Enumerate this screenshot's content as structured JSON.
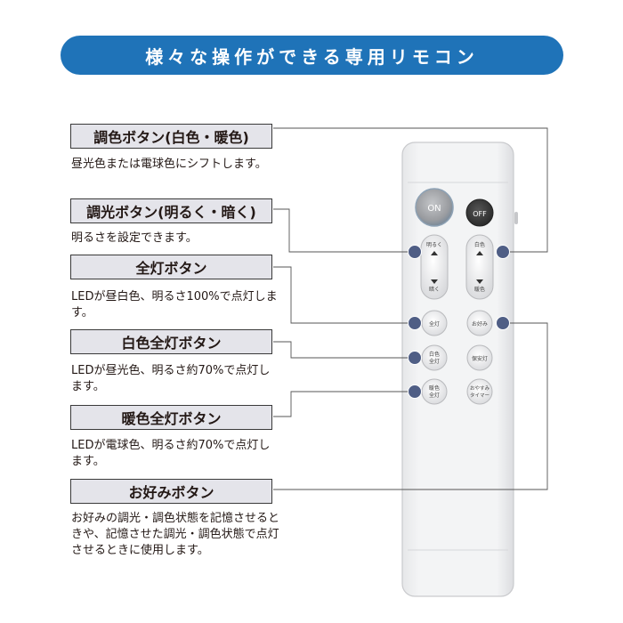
{
  "banner": {
    "title": "様々な操作ができる専用リモコン"
  },
  "sections": [
    {
      "label": "調色ボタン(白色・暖色)",
      "desc": "昼光色または電球色にシフトします。"
    },
    {
      "label": "調光ボタン(明るく・暗く)",
      "desc": "明るさを設定できます。"
    },
    {
      "label": "全灯ボタン",
      "desc": "LEDが昼白色、明るさ100%で点灯します。"
    },
    {
      "label": "白色全灯ボタン",
      "desc": "LEDが昼光色、明るさ約70%で点灯します。"
    },
    {
      "label": "暖色全灯ボタン",
      "desc": "LEDが電球色、明るさ約70%で点灯します。"
    },
    {
      "label": "お好みボタン",
      "desc": "お好みの調光・調色状態を記憶させるときや、記憶させた調光・調色状態で点灯させるときに使用します。"
    }
  ],
  "remote": {
    "on": "ON",
    "off": "OFF",
    "dim_up": "明るく",
    "dim_down": "暗く",
    "tone_up": "白色",
    "tone_down": "暖色",
    "full": "全灯",
    "favorite": "お好み",
    "white_full_1": "白色",
    "white_full_2": "全灯",
    "night_light": "保安灯",
    "warm_full_1": "暖色",
    "warm_full_2": "全灯",
    "sleep_timer_1": "おやすみ",
    "sleep_timer_2": "タイマー"
  },
  "colors": {
    "banner": "#1f73b8",
    "marker": "#4f5e85",
    "label_bg": "#e4e4ea"
  }
}
